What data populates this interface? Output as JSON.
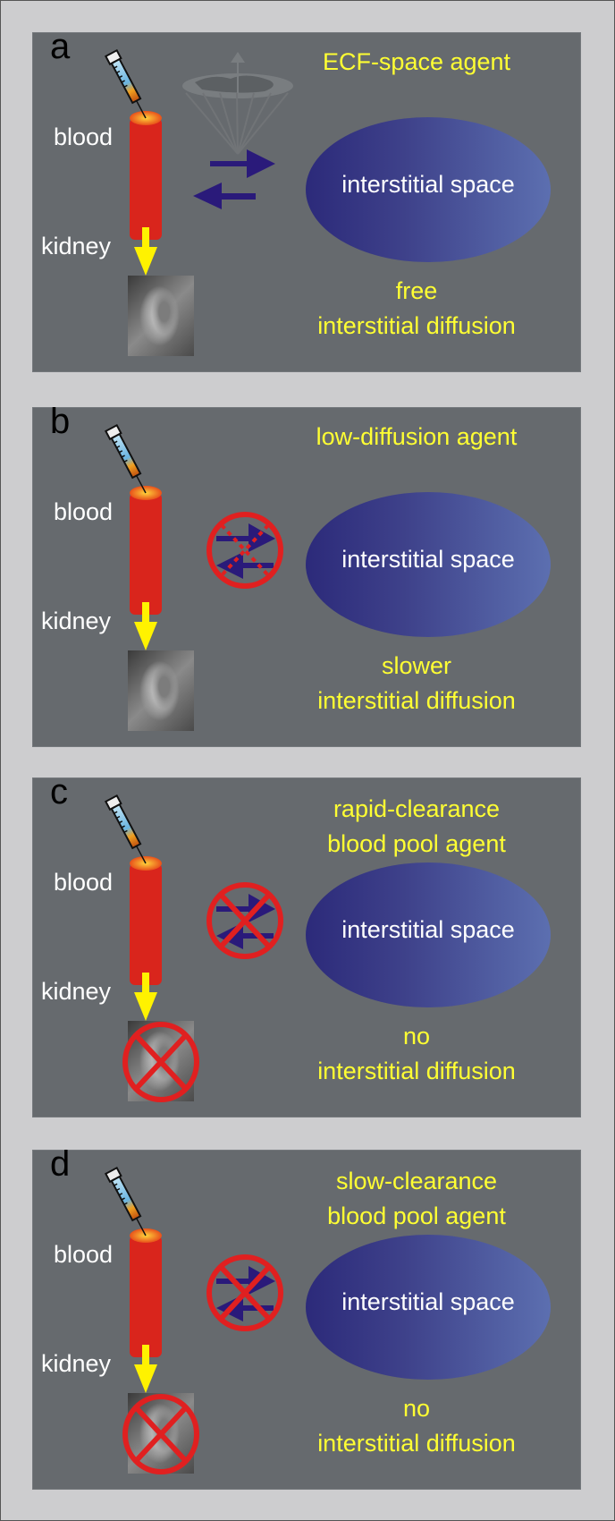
{
  "figure": {
    "colors": {
      "page_background": "#cdcdcf",
      "panel_background": "#666a6e",
      "title_text": "#ffff33",
      "label_text": "#ffffff",
      "blood_vessel": "#d9251c",
      "kidney_arrow": "#fff200",
      "exchange_arrows": "#2a1a7a",
      "prohibition_sign": "#e02020",
      "interstitial_space_gradient": [
        "#2c2a7a",
        "#5c6fb0"
      ]
    },
    "panels": [
      {
        "letter": "a",
        "title_lines": [
          "ECF-space agent"
        ],
        "blood_label": "blood",
        "kidney_label": "kidney",
        "compartment_label": "interstitial space",
        "footer_lines": [
          "free",
          "interstitial diffusion"
        ],
        "exchange": "free",
        "kidney_blocked": false,
        "has_dispersion_icon": true
      },
      {
        "letter": "b",
        "title_lines": [
          "low-diffusion agent"
        ],
        "blood_label": "blood",
        "kidney_label": "kidney",
        "compartment_label": "interstitial space",
        "footer_lines": [
          "slower",
          "interstitial diffusion"
        ],
        "exchange": "restricted",
        "kidney_blocked": false,
        "has_dispersion_icon": false
      },
      {
        "letter": "c",
        "title_lines": [
          "rapid-clearance",
          "blood pool agent"
        ],
        "blood_label": "blood",
        "kidney_label": "kidney",
        "compartment_label": "interstitial space",
        "footer_lines": [
          "no",
          "interstitial diffusion"
        ],
        "exchange": "blocked",
        "kidney_blocked": true,
        "has_dispersion_icon": false
      },
      {
        "letter": "d",
        "title_lines": [
          "slow-clearance",
          "blood pool agent"
        ],
        "blood_label": "blood",
        "kidney_label": "kidney",
        "compartment_label": "interstitial space",
        "footer_lines": [
          "no",
          "interstitial diffusion"
        ],
        "exchange": "blocked",
        "kidney_blocked": true,
        "has_dispersion_icon": false
      }
    ]
  }
}
